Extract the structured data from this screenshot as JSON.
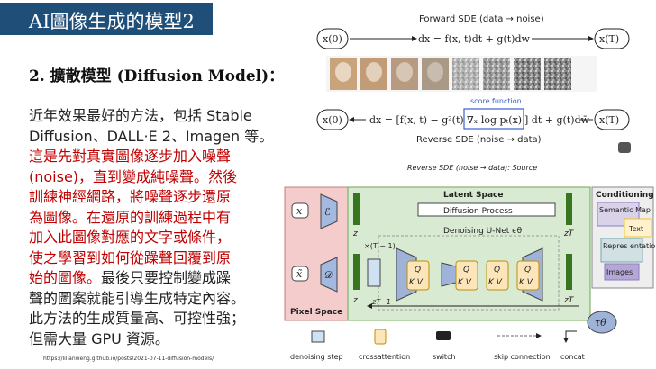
{
  "slide": {
    "title": "AI圖像生成的模型2",
    "heading": "2. 擴散模型 (Diffusion Model)：",
    "body_line1": "近年效果最好的方法，包括 Stable",
    "body_line2": "Diffusion、DALL·E 2、Imagen 等。",
    "red_lines": [
      "這是先對真實圖像逐步加入噪聲",
      "(noise)，直到變成純噪聲。然後",
      "訓練神經網路，將噪聲逐步還原",
      "為圖像。在還原的訓練過程中有",
      "加入此圖像對應的文字或條件，",
      "使之學習到如何從躁聲回覆到原",
      "始的圖像。"
    ],
    "tail_line7": "最後只要控制變成躁",
    "tail_lines": [
      "聲的圖案就能引導生成特定內容。",
      "此方法的生成質量高、可控性強；",
      "但需大量 GPU 資源。"
    ],
    "source": "https://lilianweng.github.io/posts/2021-07-11-diffusion-models/"
  },
  "figure": {
    "forward_title": "Forward SDE (data → noise)",
    "x0": "x(0)",
    "xT": "x(T)",
    "forward_eq": "dx = f(x, t)dt + g(t)dw",
    "score_label": "score function",
    "reverse_eq_left": "dx = [f(x, t) − g²(t)",
    "reverse_eq_score": "∇ₓ log pₜ(x)",
    "reverse_eq_right": "] dt + g(t)dw̄",
    "reverse_title": "Reverse SDE (noise → data)",
    "caption": "Reverse SDE (noise → data): Source",
    "latent_space": "Latent Space",
    "diffusion_process": "Diffusion Process",
    "unet": "Denoising U-Net ϵθ",
    "pixel_space": "Pixel Space",
    "conditioning": "Conditioning",
    "cond_items": [
      "Semantic Map",
      "Text",
      "Repres entations",
      "Images"
    ],
    "x_sym": "x",
    "x_tilde": "x̃",
    "enc": "ℰ",
    "dec": "𝒟",
    "z": "z",
    "zT": "zT",
    "zT1": "zT−1",
    "times": "×(T − 1)",
    "tau": "τθ",
    "qkv_q": "Q",
    "qkv_kv": "K V",
    "legend": [
      "denoising step",
      "crossattention",
      "switch",
      "skip connection",
      "concat"
    ],
    "colors": {
      "title_bg": "#1f4e79",
      "highlight": "#c00000",
      "latent_bg": "#d9ead3",
      "pixel_bg": "#f4cccc",
      "cond_bg": "#eeeeee",
      "unet": "#9fb3d9",
      "qkv": "#fce5b8"
    }
  }
}
